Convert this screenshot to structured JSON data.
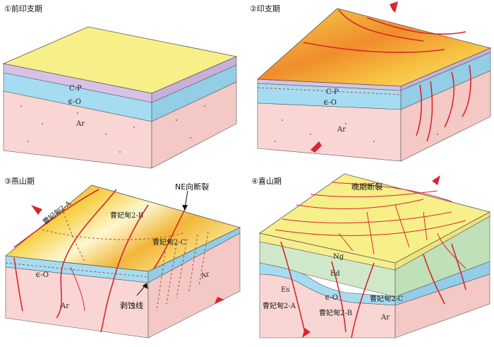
{
  "panels": {
    "p1": {
      "title": "①前印支期",
      "c_p": "C-P",
      "e_o": "∈-O",
      "ar": "Ar"
    },
    "p2": {
      "title": "②印支期",
      "c_p": "C-P",
      "e_o": "∈-O",
      "ar": "Ar"
    },
    "p3": {
      "title": "③燕山期",
      "fault_label": "NE向断裂",
      "a": "曹妃甸2-A",
      "b": "曹妃甸2-B",
      "c": "曹妃甸2-C",
      "e_o": "∈-O",
      "ar_left": "Ar",
      "ar_right": "Ar",
      "erosion": "剥蚀线"
    },
    "p4": {
      "title": "④喜山期",
      "late_faults": "晚期断裂",
      "ng": "Ng",
      "ed": "Ed",
      "es": "Es",
      "e_o": "∈-O",
      "a": "曹妃甸2-A",
      "b": "曹妃甸2-B",
      "c": "曹妃甸2-C",
      "ar": "Ar"
    }
  },
  "colors": {
    "basement": "#f9d6d3",
    "cambrian_ordovician": "#a6dcf2",
    "carboniferous_permian": "#d7c2e6",
    "top_yellow": "#f7ef88",
    "fault_red": "#d8262e",
    "neogene": "#f6ee8e",
    "paleogene": "#cfe8c9"
  }
}
